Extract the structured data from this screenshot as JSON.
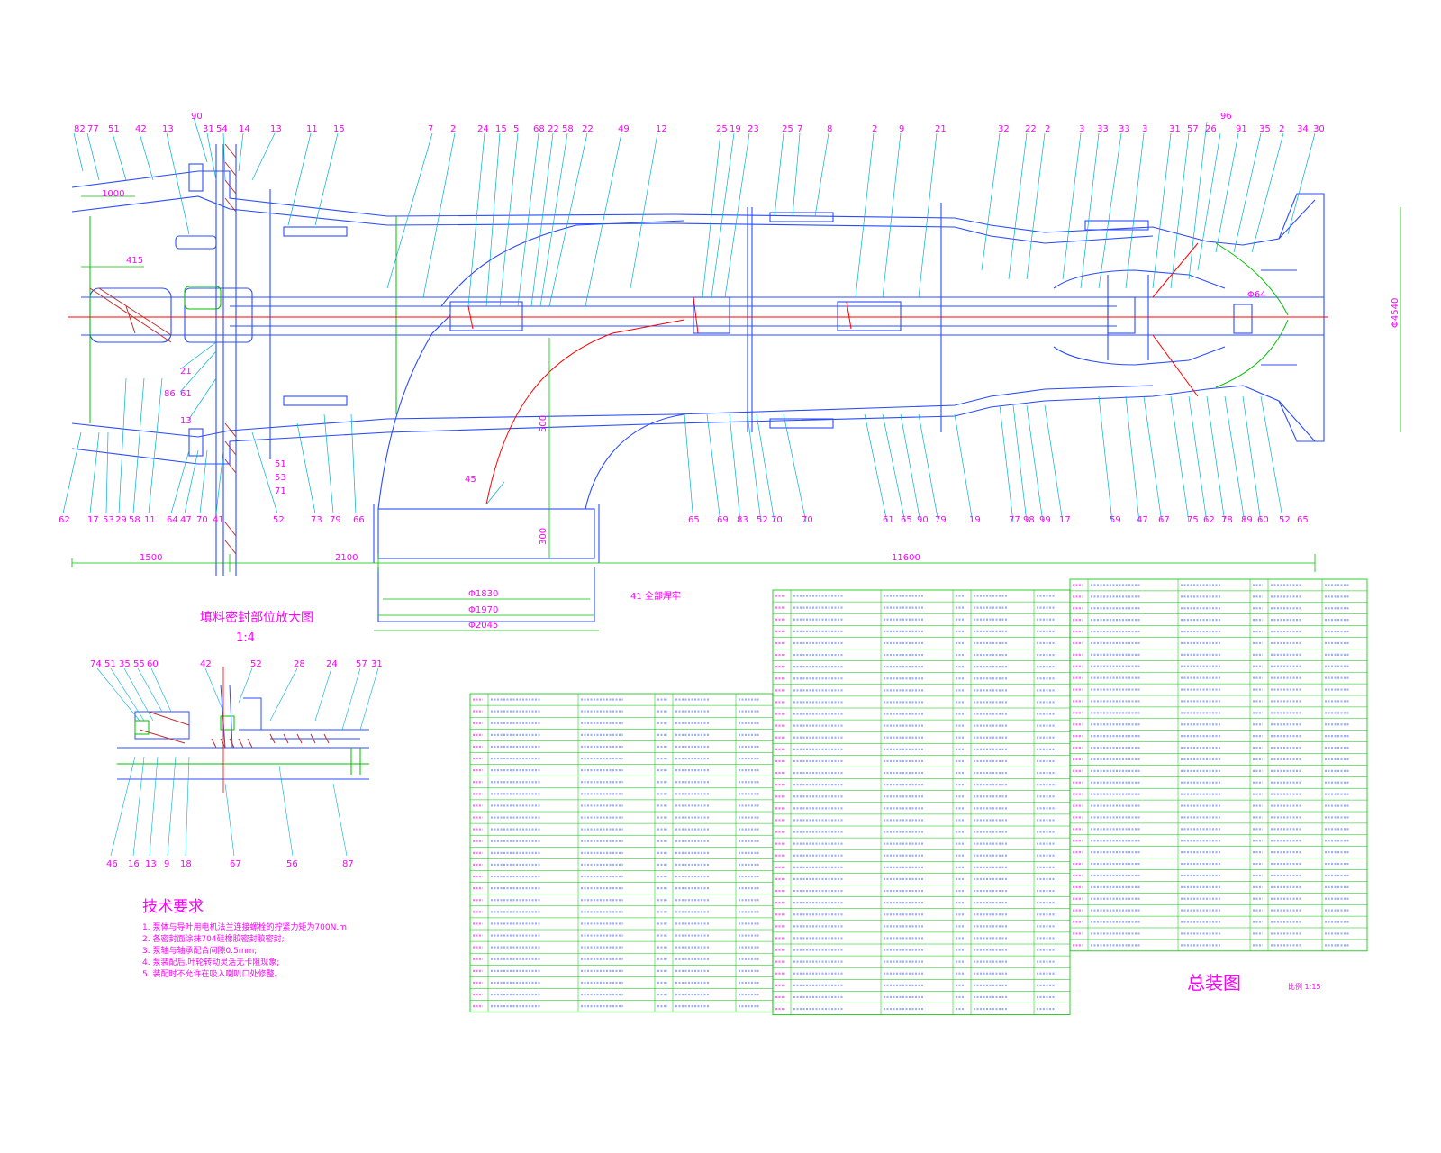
{
  "drawing": {
    "title_block": {
      "title": "总装图",
      "scale": "比例 1:15"
    },
    "detail_view": {
      "title": "填料密封部位放大图",
      "scale": "1:4"
    },
    "tech_requirements": {
      "heading": "技术要求",
      "items": [
        "1. 泵体与导叶用电机法兰连接螺栓的拧紧力矩为700N.m",
        "2. 各密封面涂抹704硅橡胶密封胶密封;",
        "3. 泵轴与轴承配合间隙0.5mm;",
        "4. 泵装配后,叶轮转动灵活无卡阻现象;",
        "5. 装配时不允许在吸入喇叭口处修整。"
      ]
    },
    "dimensions": {
      "d1": "1500",
      "d2": "2100",
      "d3": "11600",
      "d4": "Φ1830",
      "d5": "Φ1970",
      "d6": "Φ2045",
      "d7": "500",
      "d8": "300",
      "d9": "Φ4540",
      "d10": "Φ64",
      "d11": "41 全部焊牢",
      "d12": "1000",
      "d13": "415"
    },
    "labels_top": [
      "82",
      "77",
      "51",
      "42",
      "13",
      "90",
      "31",
      "54",
      "14",
      "13",
      "11",
      "15",
      "7",
      "2",
      "24",
      "15",
      "5",
      "68",
      "22",
      "58",
      "22",
      "49",
      "12",
      "25",
      "19",
      "23",
      "25",
      "7",
      "8",
      "2",
      "9",
      "21",
      "32",
      "22",
      "2",
      "3",
      "33",
      "33",
      "3",
      "31",
      "57",
      "26",
      "96",
      "91",
      "35",
      "2",
      "34",
      "30"
    ],
    "labels_bottom": [
      "62",
      "17",
      "53",
      "29",
      "58",
      "11",
      "64",
      "47",
      "70",
      "41",
      "52",
      "73",
      "79",
      "66",
      "65",
      "69",
      "83",
      "52",
      "70",
      "70",
      "61",
      "65",
      "90",
      "79",
      "19",
      "77",
      "98",
      "99",
      "17",
      "59",
      "47",
      "67",
      "75",
      "62",
      "78",
      "89",
      "60",
      "52",
      "65"
    ],
    "labels_side": [
      "21",
      "86",
      "61",
      "13",
      "51",
      "53",
      "71",
      "45"
    ],
    "detail_labels_top": [
      "74",
      "51",
      "35",
      "55",
      "60",
      "42",
      "52",
      "28",
      "24",
      "57",
      "31"
    ],
    "detail_labels_bottom": [
      "46",
      "16",
      "13",
      "9",
      "18",
      "67",
      "56",
      "87"
    ]
  }
}
